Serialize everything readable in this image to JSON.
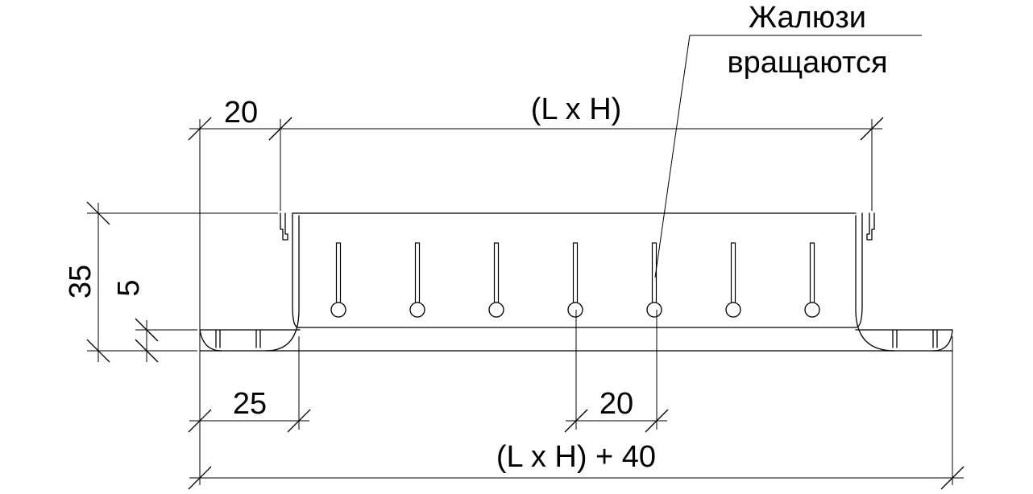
{
  "labels": {
    "louver_note_line1": "Жалюзи",
    "louver_note_line2": "вращаются",
    "dim_flange_top": "20",
    "dim_opening": "(L x H)",
    "dim_total_height": "35",
    "dim_flange_thickness": "5",
    "dim_flange_bottom": "25",
    "dim_blade_pitch": "20",
    "dim_overall": "(L x H) + 40"
  },
  "louvers": {
    "count": 7
  }
}
